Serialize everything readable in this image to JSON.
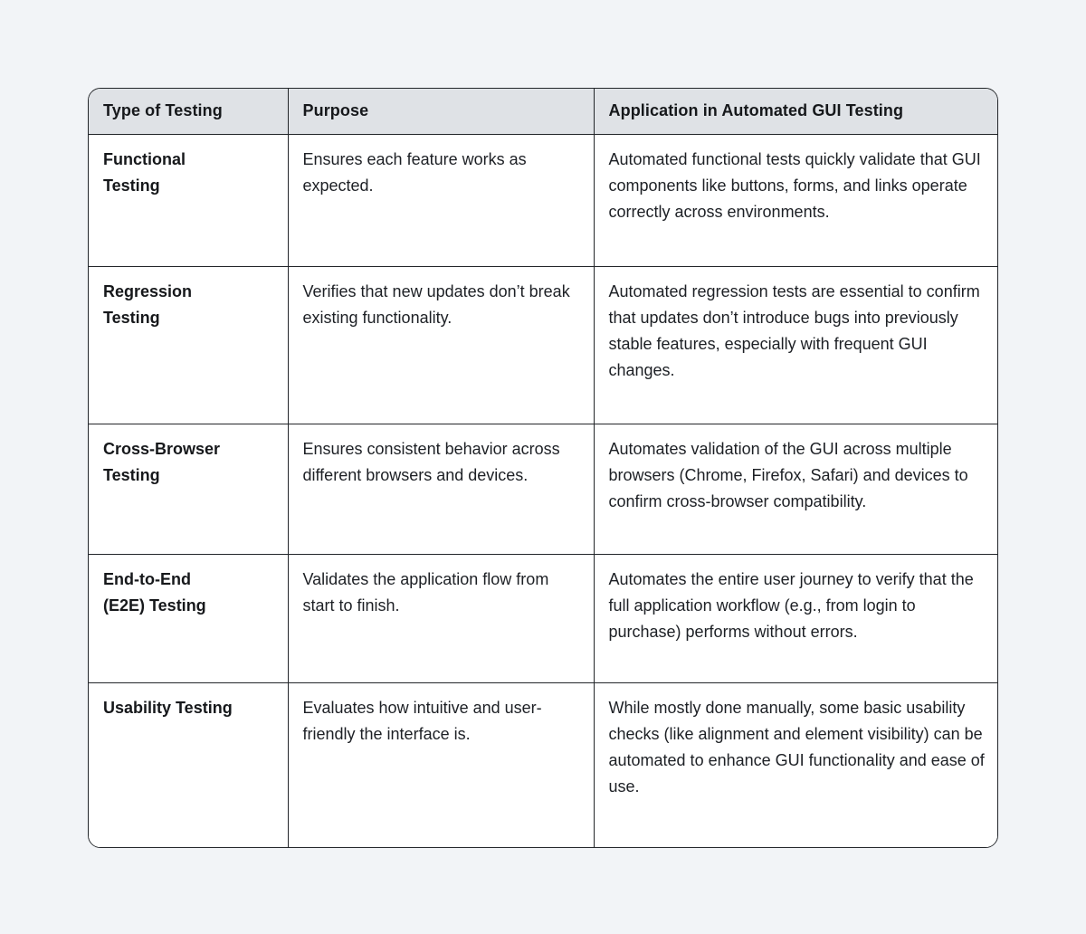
{
  "style": {
    "page_background": "#f2f4f7",
    "header_background": "#dfe2e6",
    "cell_background": "#ffffff",
    "border_color": "#23262a",
    "text_color": "#1d2025"
  },
  "table": {
    "columns": [
      {
        "label": "Type of Testing"
      },
      {
        "label": "Purpose"
      },
      {
        "label": "Application in Automated GUI Testing"
      }
    ],
    "rows": [
      {
        "type": "Functional\nTesting",
        "purpose": "Ensures each feature works as expected.",
        "application": "Automated functional tests quickly validate that GUI components like buttons, forms, and links operate correctly across environments."
      },
      {
        "type": "Regression\nTesting",
        "purpose": "Verifies that new updates don’t break existing functionality.",
        "application": "Automated regression tests are essential to confirm that updates don’t introduce bugs into previously stable features, especially with frequent GUI changes."
      },
      {
        "type": "Cross-Browser\nTesting",
        "purpose": "Ensures consistent behavior across different browsers and devices.",
        "application": "Automates validation of the GUI across multiple browsers (Chrome, Firefox, Safari) and devices to confirm cross-browser compatibility."
      },
      {
        "type": "End-to-End\n(E2E) Testing",
        "purpose": "Validates the application flow from start to finish.",
        "application": "Automates the entire user journey to verify that the full application workflow (e.g., from login to purchase) performs without errors."
      },
      {
        "type": "Usability Testing",
        "purpose": "Evaluates how intuitive and user-friendly the interface is.",
        "application": "While mostly done manually, some basic usability checks (like alignment and element visibility) can be automated to enhance GUI functionality and ease of use."
      }
    ]
  }
}
